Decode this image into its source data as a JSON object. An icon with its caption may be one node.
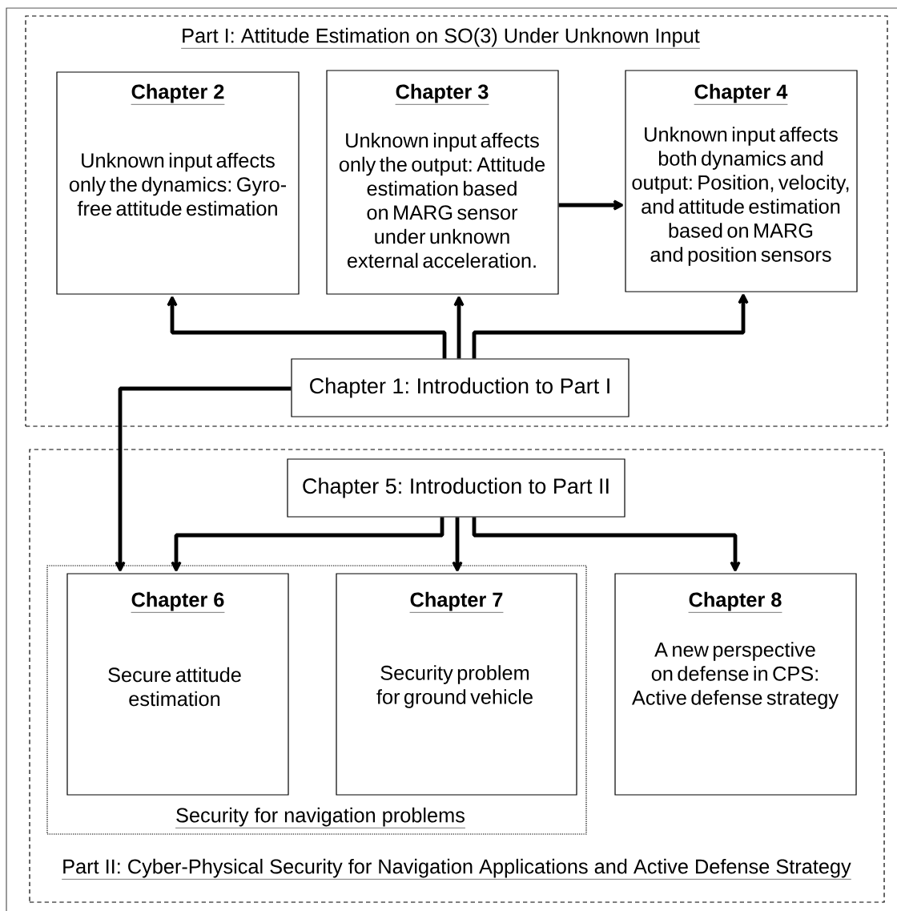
{
  "diagram": {
    "nodes": [
      {
        "text": [
          "Part I: Attitude Estimation on SO(3) Under Unknown Input"
        ]
      },
      {
        "text": [
          "Chapter 2",
          "Unknown input affects only the dynamics: Gyro-free attitude estimation"
        ],
        "in": 0
      },
      {
        "text": [
          "Chapter 3",
          "Unknown input affects only the output: Attitude estimation based on MARG sensor under unknown external acceleration."
        ],
        "in": 0
      },
      {
        "text": [
          "Chapter 4",
          "Unknown input affects both dynamics and output: Position, velocity, and attitude estimation based on MARG and position sensors"
        ],
        "in": 0
      },
      {
        "text": [
          "Chapter 1: Introduction to Part I"
        ],
        "in": 0
      },
      {
        "text": [
          "Part II: Cyber-Physical Security for Navigation Applications and Active Defense Strategy"
        ]
      },
      {
        "text": [
          "Chapter 5: Introduction to Part II"
        ],
        "in": 5
      },
      {
        "text": [
          "Security for navigation problems"
        ],
        "in": 5
      },
      {
        "text": [
          "Chapter 6",
          "Secure attitude estimation"
        ],
        "in": 7
      },
      {
        "text": [
          "Chapter 7",
          "Security problem for ground vehicle"
        ],
        "in": 7
      },
      {
        "text": [
          "Chapter 8",
          "A new perspective on defense in CPS: Active defense strategy"
        ],
        "in": 5
      }
    ],
    "edges": [
      {
        "from": 2,
        "to": 3,
        "arrow": "to"
      },
      {
        "from": 4,
        "to": 1,
        "arrow": "to"
      },
      {
        "from": 4,
        "to": 2,
        "arrow": "to"
      },
      {
        "from": 4,
        "to": 3,
        "arrow": "to"
      },
      {
        "from": 4,
        "to": 8,
        "arrow": "to"
      },
      {
        "from": 6,
        "to": 8,
        "arrow": "to"
      },
      {
        "from": 6,
        "to": 9,
        "arrow": "to"
      },
      {
        "from": 6,
        "to": 10,
        "arrow": "to"
      }
    ]
  }
}
